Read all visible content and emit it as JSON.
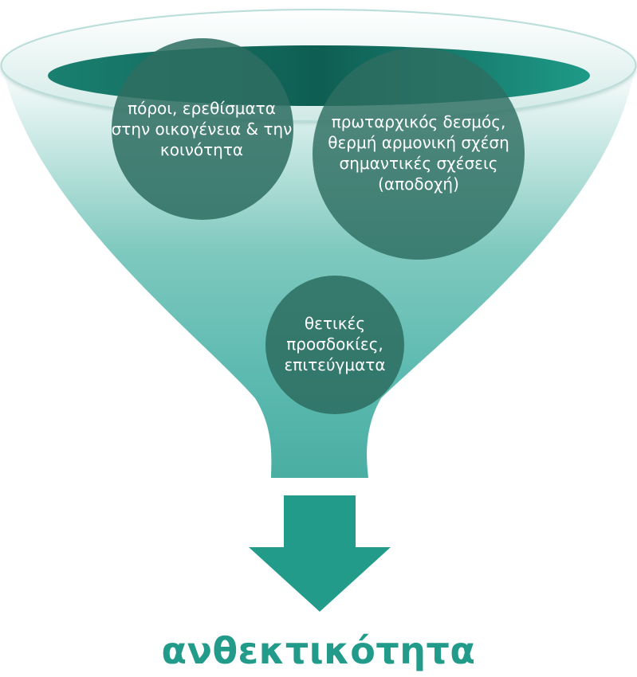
{
  "diagram": {
    "factors": [
      {
        "label": "πόροι, ερεθίσματα στην οικογένεια & την κοινότητα"
      },
      {
        "label": "πρωταρχικός δεσμός, θερμή αρμονική σχέση σημαντικές σχέσεις (αποδοχή)"
      },
      {
        "label": "θετικές προσδοκίες, επιτεύγματα"
      }
    ],
    "outcome": "ανθεκτικότητα",
    "colors": {
      "accent": "#239b8b",
      "bubble": "#2e6e62",
      "funnel_top": "#1a8f7e"
    }
  }
}
